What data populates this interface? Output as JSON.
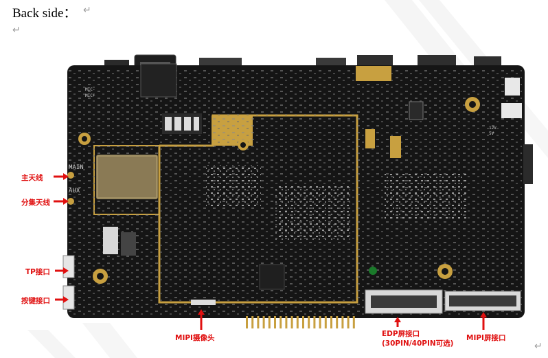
{
  "document": {
    "heading": "Back side：",
    "paragraph_mark": "↵"
  },
  "labels": {
    "main_antenna": "主天线",
    "diversity_antenna": "分集天线",
    "tp_port": "TP接口",
    "key_port": "按键接口",
    "mipi_camera": "MIPI摄像头",
    "edp_port_line1": "EDP屏接口",
    "edp_port_line2": "(30PIN/40PIN可选)",
    "mipi_screen": "MIPI屏接口"
  },
  "silkscreen": {
    "main": "MAIN",
    "aux": "AUX",
    "mic_neg": "MIC-",
    "mic_pos": "MIC+",
    "v12": "12V",
    "v5": "5V"
  },
  "colors": {
    "pcb": "#151515",
    "gold": "#c8a040",
    "label_red": "#e01010"
  }
}
